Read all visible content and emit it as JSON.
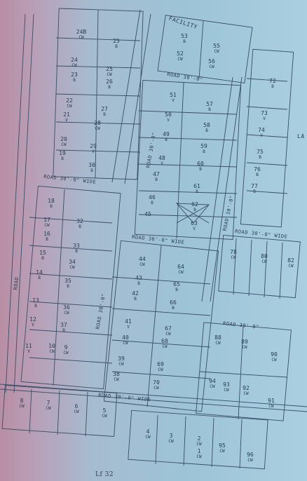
{
  "labels": {
    "facility": "FACILITY",
    "road_top": "ROAD 30'-0\"",
    "road_left": "ROAD 30'-0\" WIDE",
    "road_mid": "ROAD 30'-0\" WIDE",
    "road_right": "ROAD 30'-0\" WIDE",
    "road_lower_right": "ROAD 30'-0\"",
    "road_bottom": "ROAD 30'-0\" WIDE",
    "road_vertical_a": "ROAD 30'-0\"",
    "road_vertical_b": "ROAD 30'-0\"",
    "road_vertical_c": "ROAD 30'-0\"",
    "road_vertical_d": "ROAD",
    "edge_text": "LA",
    "signature": "Lf 32"
  },
  "plots": [
    {
      "no": "24B",
      "cat": "CW"
    },
    {
      "no": "25",
      "cat": "B"
    },
    {
      "no": "24",
      "cat": "CW"
    },
    {
      "no": "25",
      "cat": "CW"
    },
    {
      "no": "23",
      "cat": "B"
    },
    {
      "no": "26",
      "cat": "B"
    },
    {
      "no": "22",
      "cat": "CW"
    },
    {
      "no": "27",
      "cat": "B"
    },
    {
      "no": "21",
      "cat": "V"
    },
    {
      "no": "28",
      "cat": "CW"
    },
    {
      "no": "20",
      "cat": "CW"
    },
    {
      "no": "29",
      "cat": "V"
    },
    {
      "no": "19",
      "cat": "B"
    },
    {
      "no": "30",
      "cat": "B"
    },
    {
      "no": "53",
      "cat": "B"
    },
    {
      "no": "55",
      "cat": "CW"
    },
    {
      "no": "52",
      "cat": "CW"
    },
    {
      "no": "56",
      "cat": "CW"
    },
    {
      "no": "51",
      "cat": "V"
    },
    {
      "no": "57",
      "cat": "B"
    },
    {
      "no": "50",
      "cat": "V"
    },
    {
      "no": "58",
      "cat": "B"
    },
    {
      "no": "49",
      "cat": "B"
    },
    {
      "no": "59",
      "cat": "B"
    },
    {
      "no": "48",
      "cat": "V"
    },
    {
      "no": "60",
      "cat": "B"
    },
    {
      "no": "47",
      "cat": "B"
    },
    {
      "no": "61",
      "cat": "B"
    },
    {
      "no": "46",
      "cat": "B"
    },
    {
      "no": "62",
      "cat": "B"
    },
    {
      "no": "45",
      "cat": ""
    },
    {
      "no": "63",
      "cat": "V"
    },
    {
      "no": "72",
      "cat": "B"
    },
    {
      "no": "73",
      "cat": "V"
    },
    {
      "no": "74",
      "cat": "V"
    },
    {
      "no": "75",
      "cat": "B"
    },
    {
      "no": "76",
      "cat": "B"
    },
    {
      "no": "77",
      "cat": "B"
    },
    {
      "no": "18",
      "cat": "B"
    },
    {
      "no": "17",
      "cat": "CW"
    },
    {
      "no": "32",
      "cat": "B"
    },
    {
      "no": "16",
      "cat": "B"
    },
    {
      "no": "33",
      "cat": "B"
    },
    {
      "no": "15",
      "cat": "B"
    },
    {
      "no": "34",
      "cat": "CW"
    },
    {
      "no": "14",
      "cat": "B"
    },
    {
      "no": "35",
      "cat": "B"
    },
    {
      "no": "13",
      "cat": "B"
    },
    {
      "no": "36",
      "cat": "CW"
    },
    {
      "no": "12",
      "cat": "V"
    },
    {
      "no": "37",
      "cat": "B"
    },
    {
      "no": "11",
      "cat": "V"
    },
    {
      "no": "10",
      "cat": "CW"
    },
    {
      "no": "9",
      "cat": "CW"
    },
    {
      "no": "44",
      "cat": "CW"
    },
    {
      "no": "64",
      "cat": "CW"
    },
    {
      "no": "43",
      "cat": "B"
    },
    {
      "no": "65",
      "cat": "B"
    },
    {
      "no": "42",
      "cat": "B"
    },
    {
      "no": "66",
      "cat": "B"
    },
    {
      "no": "41",
      "cat": "V"
    },
    {
      "no": "67",
      "cat": "CW"
    },
    {
      "no": "40",
      "cat": "CW"
    },
    {
      "no": "68",
      "cat": "CW"
    },
    {
      "no": "39",
      "cat": "CW"
    },
    {
      "no": "69",
      "cat": "CW"
    },
    {
      "no": "38",
      "cat": "CW"
    },
    {
      "no": "70",
      "cat": "CW"
    },
    {
      "no": "78",
      "cat": "CW"
    },
    {
      "no": "80",
      "cat": "CW"
    },
    {
      "no": "82",
      "cat": "CW"
    },
    {
      "no": "88",
      "cat": "CW"
    },
    {
      "no": "89",
      "cat": "CW"
    },
    {
      "no": "90",
      "cat": "CW"
    },
    {
      "no": "91",
      "cat": "CW"
    },
    {
      "no": "92",
      "cat": "CW"
    },
    {
      "no": "93",
      "cat": "CW"
    },
    {
      "no": "94",
      "cat": "CW"
    },
    {
      "no": "8",
      "cat": "CW"
    },
    {
      "no": "7",
      "cat": "CW"
    },
    {
      "no": "6",
      "cat": "CW"
    },
    {
      "no": "5",
      "cat": "CW"
    },
    {
      "no": "4",
      "cat": "CW"
    },
    {
      "no": "3",
      "cat": "CW"
    },
    {
      "no": "2",
      "cat": "CW"
    },
    {
      "no": "1",
      "cat": "CW"
    },
    {
      "no": "95",
      "cat": "CW"
    },
    {
      "no": "96",
      "cat": "CW"
    }
  ]
}
